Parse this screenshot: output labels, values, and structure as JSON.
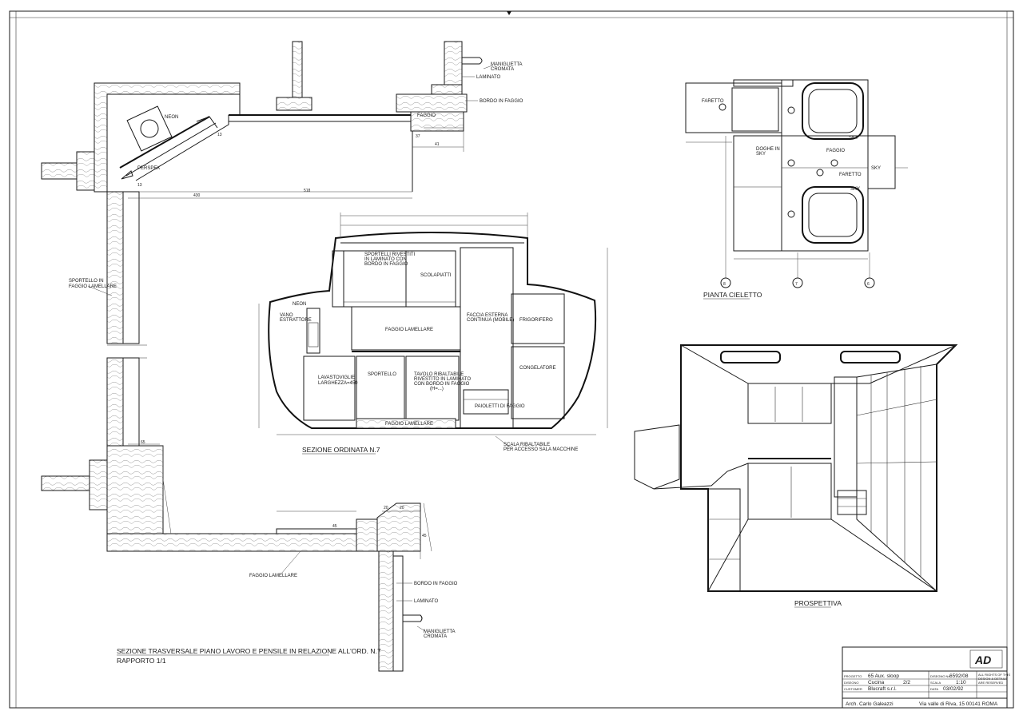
{
  "section_transversal": {
    "title_line1": "SEZIONE TRASVERSALE PIANO LAVORO E PENSILE IN RELAZIONE ALL'ORD. N.7",
    "title_line2": "RAPPORTO 1/1",
    "labels": {
      "neon": "NEON",
      "perspex": "PERSPEX",
      "sportello": "SPORTELLO IN",
      "sportello2": "FAGGIO LAMELLARE",
      "maniglietta_top": "MANIGLIETTA",
      "maniglietta_top2": "CROMATA",
      "laminato_top": "LAMINATO",
      "bordo_top": "BORDO IN FAGGIO",
      "faggio_top": "FAGGIO",
      "faggio_lamellare": "FAGGIO LAMELLARE",
      "bordo_bottom": "BORDO IN FAGGIO",
      "laminato_bottom": "LAMINATO",
      "maniglietta_bottom": "MANIGLIETTA",
      "maniglietta_bottom2": "CROMATA"
    },
    "dims": [
      "13",
      "13",
      "37",
      "41",
      "430",
      "518",
      "65",
      "20",
      "20",
      "45",
      "45"
    ]
  },
  "section_ordinata": {
    "title": "SEZIONE ORDINATA N.7",
    "labels": {
      "sportelli1": "SPORTELLI RIVESTITI",
      "sportelli2": "IN LAMINATO CON",
      "sportelli3": "BORDO IN FAGGIO",
      "scolapiatti": "SCOLAPIATTI",
      "faggio_lamellare": "FAGGIO LAMELLARE",
      "faccia1": "FACCIA ESTERNA",
      "faccia2": "CONTINUA (MOBILE)",
      "frigorifero": "FRIGORIFERO",
      "congelatore": "CONGELATORE",
      "neon": "NEON",
      "vano1": "VANO",
      "vano2": "ESTRATTORE",
      "lavastoviglie1": "LAVASTOVIGLIE",
      "lavastoviglie2": "LARGHEZZA=450",
      "sportello": "SPORTELLO",
      "tavolo1": "TAVOLO RIBALTABILE",
      "tavolo2": "RIVESTITO IN LAMINATO",
      "tavolo3": "CON BORDO IN FAGGIO",
      "tavolo4": "(H=...)",
      "faggio_lamellare_bottom": "FAGGIO LAMELLARE",
      "paioli": "PAIOLETTI DI FAGGIO",
      "scala1": "SCALA RIBALTABILE",
      "scala2": "PER ACCESSO SALA MACCHINE"
    }
  },
  "pianta_cieletto": {
    "title": "PIANTA CIELETTO",
    "labels": {
      "faretto1": "FARETTO",
      "doghe1": "DOGHE IN",
      "doghe2": "SKY",
      "faggio": "FAGGIO",
      "faretto2": "FARETTO",
      "sky1": "SKY",
      "sky2": "SKY",
      "sky3": "SKY"
    },
    "grid_refs": [
      "8",
      "7",
      "6"
    ]
  },
  "prospettiva": {
    "title": "PROSPETTIVA"
  },
  "title_block": {
    "project_label": "PROGETTO",
    "project": "65 Aux. sloop",
    "drawing_no_label": "DISEGNO No.",
    "drawing_no": "6592/08",
    "design_label": "DISEGNO",
    "design": "Cucina",
    "sheet": "2/2",
    "scale_label": "SCALA",
    "scale": "1:10",
    "customer_label": "CUSTOMER",
    "customer": "Blucraft   s.r.l.",
    "date_label": "DATA",
    "date": "03/02/92",
    "rights1": "ALL RIGHTS OF THIS",
    "rights2": "DESIGN & DETAILS",
    "rights3": "ARE RESERVED",
    "architect": "Arch. Carlo Galeazzi",
    "address": "Via valle di Riva, 15   00141 ROMA",
    "logo": "AD"
  }
}
